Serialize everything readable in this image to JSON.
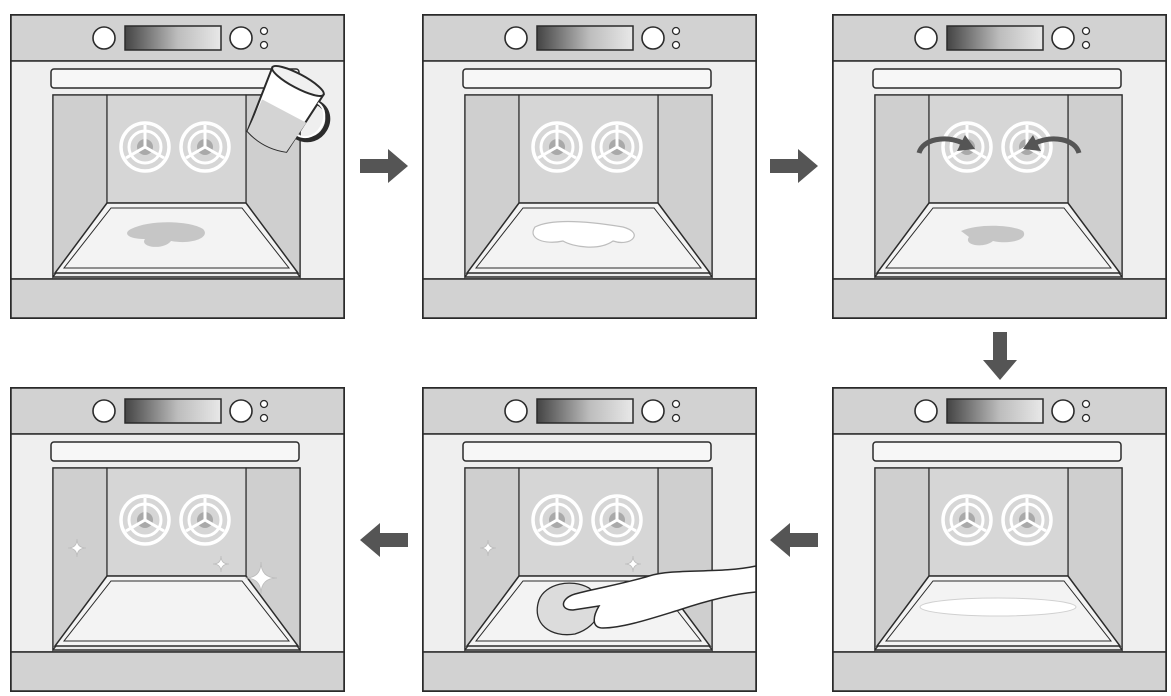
{
  "steps": [
    {
      "step": 1,
      "action": "pour-water"
    },
    {
      "step": 2,
      "action": "water-spread"
    },
    {
      "step": 3,
      "action": "turn-fans"
    },
    {
      "step": 4,
      "action": "steam-heat"
    },
    {
      "step": 5,
      "action": "wipe-with-cloth"
    },
    {
      "step": 6,
      "action": "clean-sparkle"
    }
  ],
  "flow": [
    "right",
    "right",
    "down",
    "left",
    "left"
  ],
  "colors": {
    "outline": "#2b2b2b",
    "panel": "#d2d2d2",
    "cavity": "#e9e9e9",
    "side_wall": "#cfcfcf",
    "back_wall": "#d6d6d6",
    "fan": "#a9a9a9",
    "arrow": "#555555",
    "water": "#c6c6c6",
    "page": "#ffffff"
  },
  "icons": [
    "water-jug-icon",
    "rotate-arrow-icon",
    "cloth-hand-icon",
    "sparkle-icon"
  ]
}
